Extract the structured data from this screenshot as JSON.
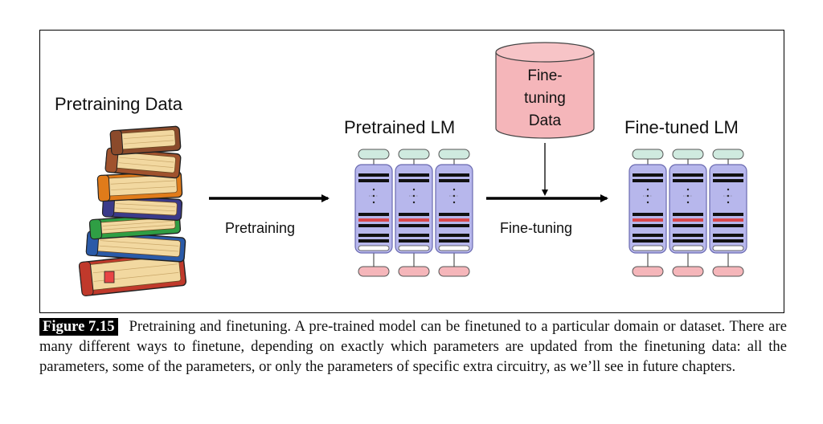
{
  "diagram": {
    "labels": {
      "pretraining_data": "Pretraining Data",
      "pretrained_lm": "Pretrained LM",
      "finetuned_lm": "Fine-tuned LM",
      "pretraining_arrow": "Pretraining",
      "finetuning_arrow": "Fine-tuning",
      "cylinder_line1": "Fine-",
      "cylinder_line2": "tuning",
      "cylinder_line3": "Data"
    },
    "colors": {
      "column_fill": "#b7b7ec",
      "column_stroke": "#6a6ab0",
      "token_top": "#cfeadf",
      "token_bottom": "#f5b6ba",
      "cylinder_fill": "#f5b6ba",
      "red_bar": "#d9484d",
      "book_colors": [
        "#c0392b",
        "#2a5aa8",
        "#2f9e44",
        "#e07b1a",
        "#a0522d",
        "#f2d8a0"
      ]
    }
  },
  "caption": {
    "figure_label": "Figure 7.15",
    "text": "Pretraining and finetuning. A pre-trained model can be finetuned to a particular domain or dataset. There are many different ways to finetune, depending on exactly which parameters are updated from the finetuning data: all the parameters, some of the parameters, or only the parameters of specific extra circuitry, as we’ll see in future chapters."
  }
}
